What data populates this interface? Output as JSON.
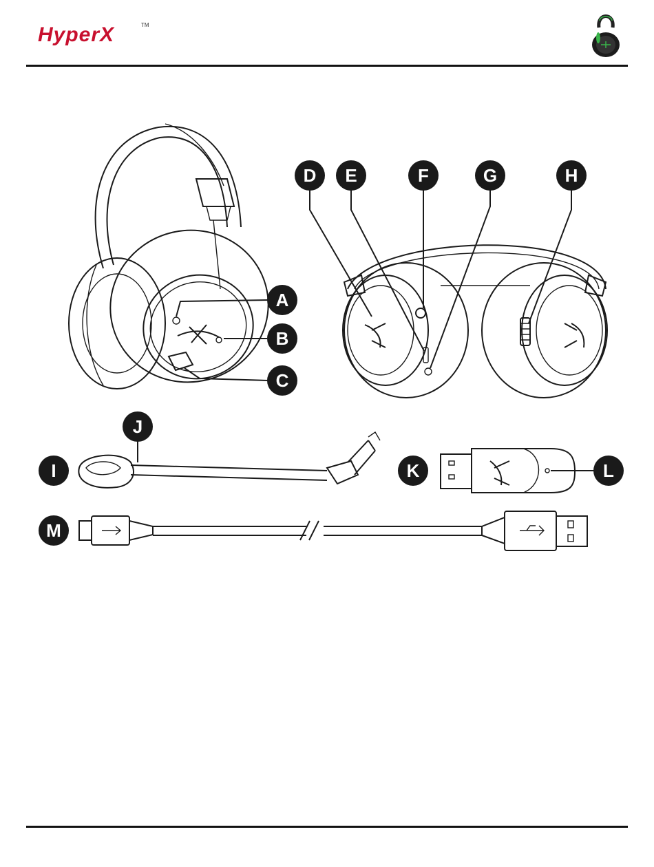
{
  "header": {
    "logo_text": "HyperX",
    "logo_trademark": "TM",
    "colors": {
      "brand_red": "#c8102e",
      "accent_green": "#39b54a"
    }
  },
  "callouts": {
    "a": "A",
    "b": "B",
    "c": "C",
    "d": "D",
    "e": "E",
    "f": "F",
    "g": "G",
    "h": "H",
    "i": "I",
    "j": "J",
    "k": "K",
    "l": "L",
    "m": "M"
  },
  "icons": {
    "headset_thumbnail": "headset-thumbnail-icon",
    "usb": "usb-icon"
  }
}
